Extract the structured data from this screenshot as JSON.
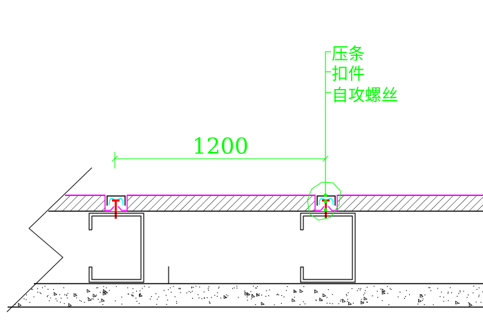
{
  "dimension": {
    "value": "1200"
  },
  "leader": {
    "labels": [
      "压条",
      "扣件",
      "自攻螺丝"
    ]
  },
  "colors": {
    "annotation": "#00ff00",
    "membrane": "#ff00ff",
    "clip": "#00ffff",
    "screw": "#ff0000",
    "line": "#000000"
  }
}
